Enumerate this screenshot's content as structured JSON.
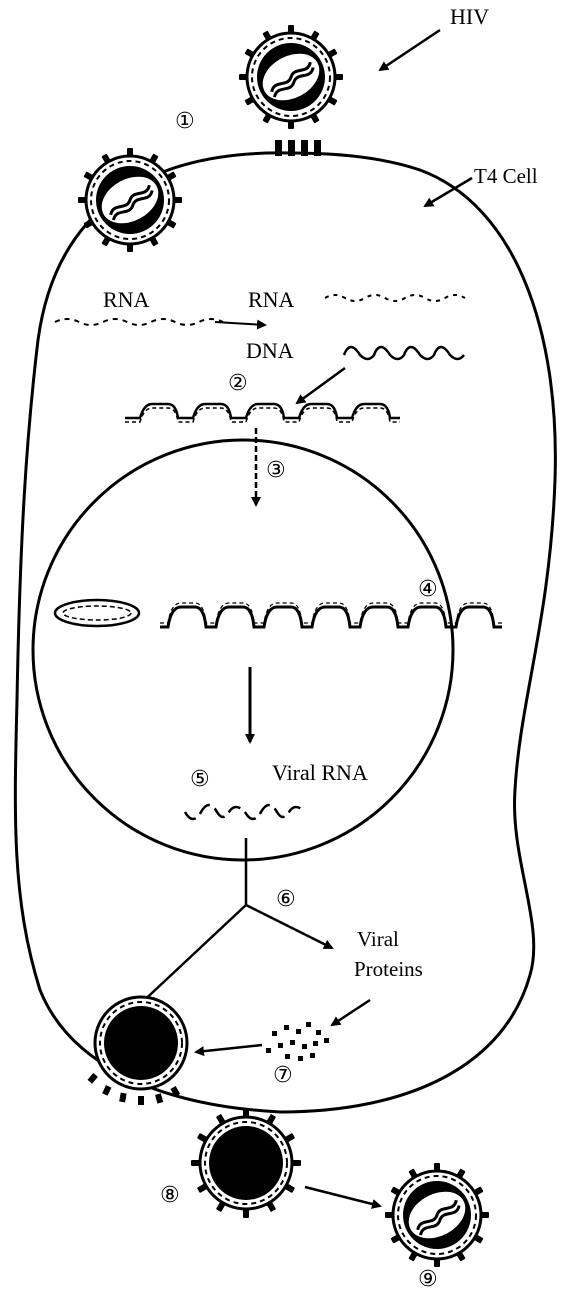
{
  "labels": {
    "hiv": "HIV",
    "t4_cell": "T4 Cell",
    "rna_left": "RNA",
    "rna_right": "RNA",
    "dna": "DNA",
    "viral_rna": "Viral RNA",
    "viral_proteins_line1": "Viral",
    "viral_proteins_line2": "Proteins"
  },
  "steps": [
    "①",
    "②",
    "③",
    "④",
    "⑤",
    "⑥",
    "⑦",
    "⑧",
    "⑨"
  ],
  "colors": {
    "ink": "#000000",
    "background": "#ffffff"
  }
}
